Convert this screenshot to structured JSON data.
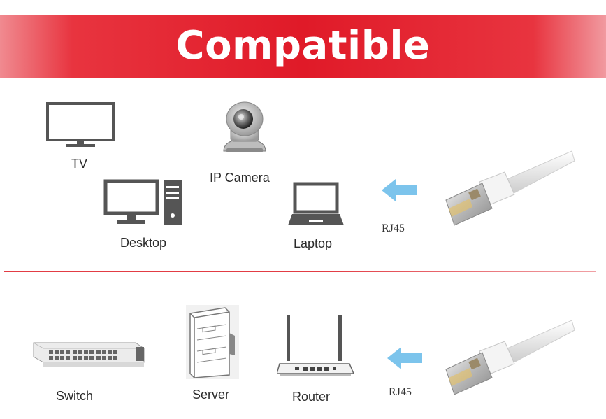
{
  "banner": {
    "title": "Compatible"
  },
  "top_section": {
    "devices": [
      {
        "label": "TV",
        "icon": "tv-icon"
      },
      {
        "label": "IP Camera",
        "icon": "ip-camera-icon"
      },
      {
        "label": "Desktop",
        "icon": "desktop-icon"
      },
      {
        "label": "Laptop",
        "icon": "laptop-icon"
      }
    ],
    "connector_label": "RJ45"
  },
  "bottom_section": {
    "devices": [
      {
        "label": "Switch",
        "icon": "switch-icon"
      },
      {
        "label": "Server",
        "icon": "server-icon"
      },
      {
        "label": "Router",
        "icon": "router-icon"
      }
    ],
    "connector_label": "RJ45"
  },
  "colors": {
    "banner_red": "#e01a28",
    "divider_red": "#e23c44",
    "icon_gray": "#555555",
    "arrow_blue": "#7cc4ec"
  }
}
